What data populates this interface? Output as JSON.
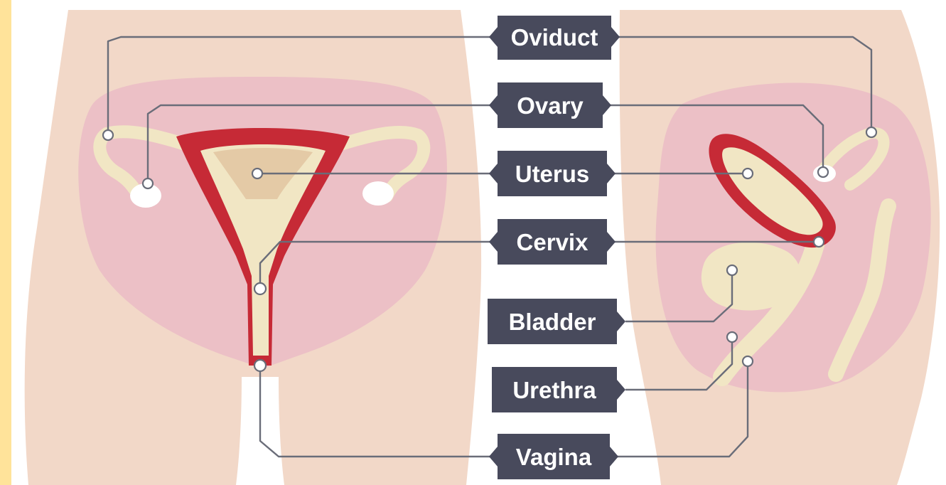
{
  "colors": {
    "frame_accent": "#ffe39a",
    "skin": "#f2d8c8",
    "pelvis": "#ecc0c6",
    "muscle": "#c62a36",
    "lining": "#f1e6c4",
    "label_box": "#484a5c",
    "label_text": "#ffffff",
    "leader_line": "#6a6d79"
  },
  "labels": {
    "oviduct": "Oviduct",
    "ovary": "Ovary",
    "uterus": "Uterus",
    "cervix": "Cervix",
    "bladder": "Bladder",
    "urethra": "Urethra",
    "vagina": "Vagina"
  }
}
